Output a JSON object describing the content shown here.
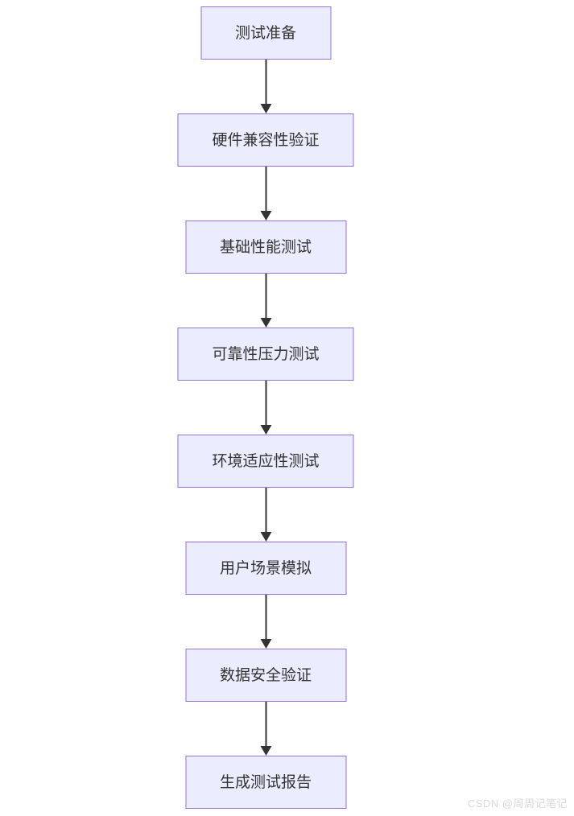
{
  "diagram": {
    "type": "flowchart-top-down",
    "nodes": [
      {
        "id": "step-1",
        "label": "测试准备"
      },
      {
        "id": "step-2",
        "label": "硬件兼容性验证"
      },
      {
        "id": "step-3",
        "label": "基础性能测试"
      },
      {
        "id": "step-4",
        "label": "可靠性压力测试"
      },
      {
        "id": "step-5",
        "label": "环境适应性测试"
      },
      {
        "id": "step-6",
        "label": "用户场景模拟"
      },
      {
        "id": "step-7",
        "label": "数据安全验证"
      },
      {
        "id": "step-8",
        "label": "生成测试报告"
      }
    ],
    "edges": [
      {
        "from": "step-1",
        "to": "step-2"
      },
      {
        "from": "step-2",
        "to": "step-3"
      },
      {
        "from": "step-3",
        "to": "step-4"
      },
      {
        "from": "step-4",
        "to": "step-5"
      },
      {
        "from": "step-5",
        "to": "step-6"
      },
      {
        "from": "step-6",
        "to": "step-7"
      },
      {
        "from": "step-7",
        "to": "step-8"
      }
    ],
    "colors": {
      "node_fill": "#ECECFF",
      "node_border": "#9370DB",
      "node_text": "#333333",
      "arrow": "#333333"
    }
  },
  "watermark": {
    "text": "CSDN @周周记笔记",
    "color": "#D9D9D9"
  }
}
